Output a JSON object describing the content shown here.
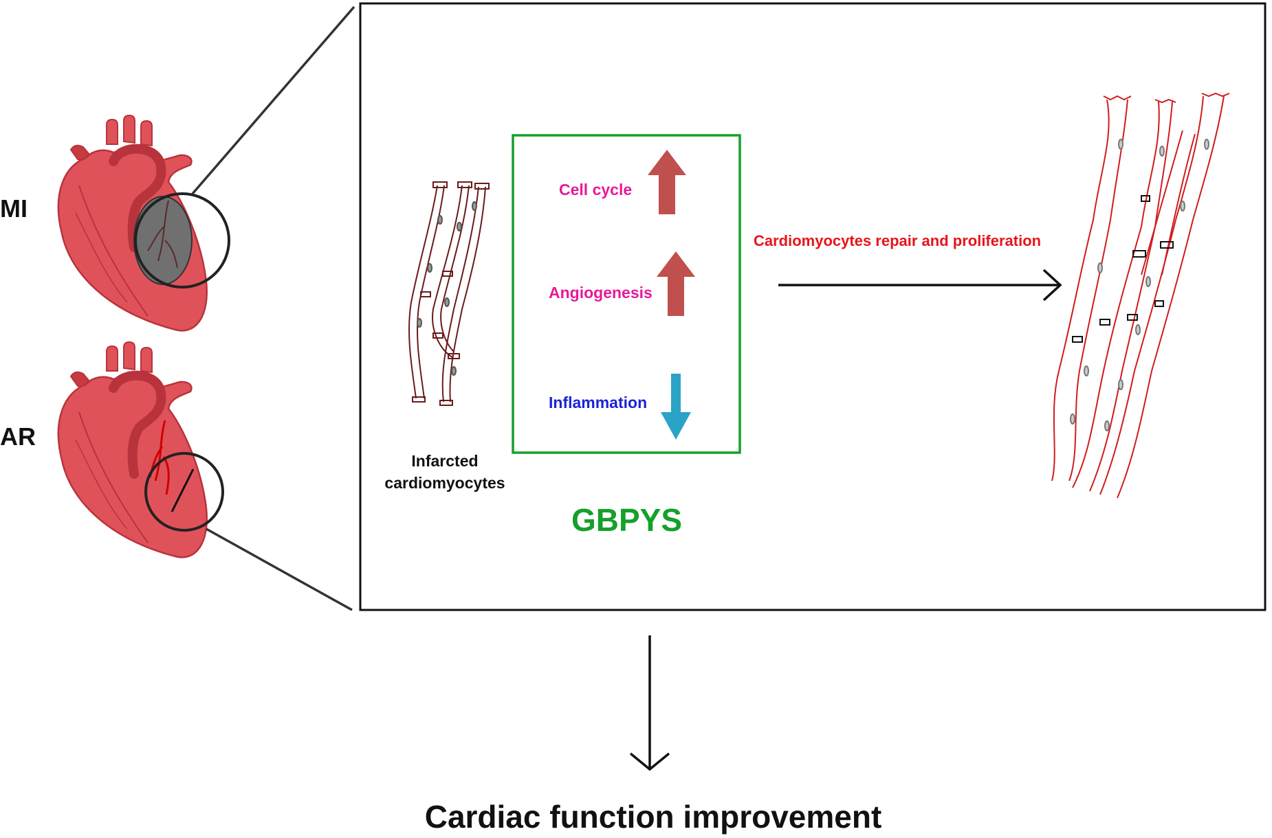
{
  "labels": {
    "mi": "MI",
    "ar": "AR",
    "cell_cycle": "Cell cycle",
    "angiogenesis": "Angiogenesis",
    "inflammation": "Inflammation",
    "infarcted": "Infarcted cardiomyocytes",
    "gbpys": "GBPYS",
    "repair": "Cardiomyocytes repair and proliferation",
    "outcome": "Cardiac function improvement"
  },
  "colors": {
    "heart": "#e0525a",
    "heart_dark": "#b8333b",
    "infarct": "#707070",
    "cell_cycle_text": "#e8199a",
    "angiogenesis_text": "#e8199a",
    "inflammation_text": "#1a22d8",
    "up_arrow": "#c0504d",
    "down_arrow": "#2aa3c7",
    "gbpys": "#15a02a",
    "repair_text": "#e8141b",
    "repaired_cells": "#d01c1c",
    "infarcted_cells": "#6a1a1a"
  }
}
